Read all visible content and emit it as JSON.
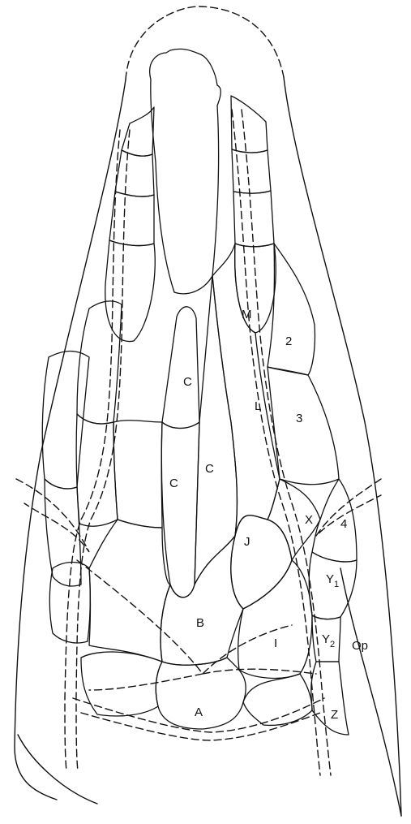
{
  "figure": {
    "labels": {
      "M": "M",
      "two": "2",
      "three": "3",
      "four": "4",
      "C_upper": "C",
      "C_middle": "C",
      "C_lower": "C",
      "L": "L",
      "J": "J",
      "X": "X",
      "Y": "Y",
      "Y1_sub": "1",
      "Y2_sub": "2",
      "B": "B",
      "I": "I",
      "Op": "Op",
      "Z": "Z",
      "A": "A"
    },
    "colors": {
      "ink": "#111111",
      "paper": "#ffffff"
    }
  }
}
